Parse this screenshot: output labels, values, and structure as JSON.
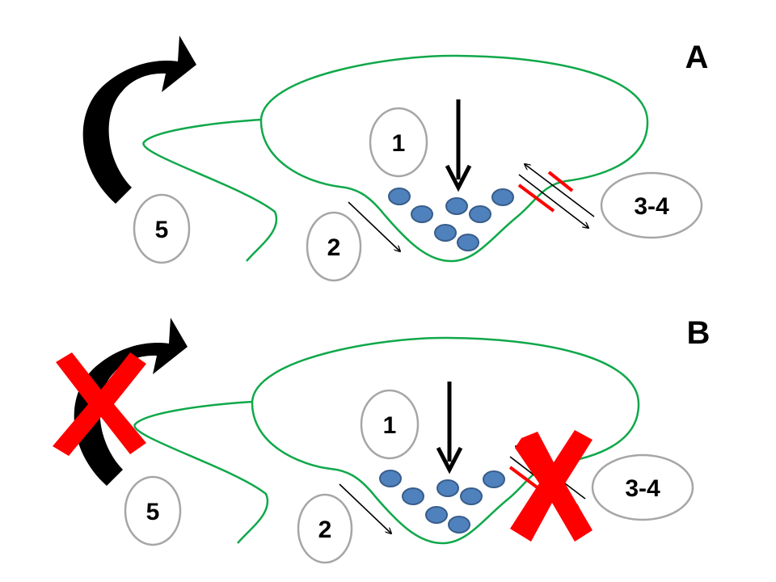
{
  "figure": {
    "description": "Two-panel schematic of a synaptic-like cell with vesicles, numbered process steps, and blocked steps in panel B",
    "colors": {
      "membrane": "#10a84a",
      "vesicle_fill": "#4f81bd",
      "vesicle_stroke": "#385d8a",
      "step_oval_stroke": "#a6a6a6",
      "block_marker": "#ff0000",
      "arrow": "#000000"
    },
    "panels": [
      {
        "id": "A",
        "letter": "A",
        "steps": {
          "s1": "1",
          "s2": "2",
          "s34": "3-4",
          "s5": "5"
        },
        "blocked_steps": [],
        "vesicle_count": 7
      },
      {
        "id": "B",
        "letter": "B",
        "steps": {
          "s1": "1",
          "s2": "2",
          "s34": "3-4",
          "s5": "5"
        },
        "blocked_steps": [
          "3-4",
          "5"
        ],
        "vesicle_count": 7
      }
    ]
  }
}
